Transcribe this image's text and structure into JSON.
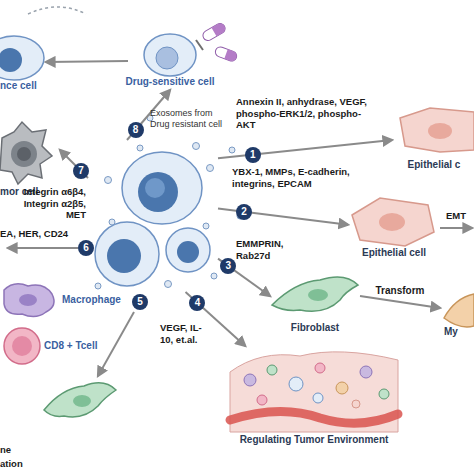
{
  "diagram": {
    "nodes": [
      {
        "text": [
          "Exosomes from Drug resistant cell"
        ]
      },
      {
        "text": [
          "Drug-sensitive cell"
        ]
      },
      {
        "text": [
          "nce cell"
        ]
      },
      {
        "text": [
          "Epithelial c"
        ]
      },
      {
        "text": [
          "Epithelial cell"
        ]
      },
      {
        "text": [
          "Fibroblast"
        ]
      },
      {
        "text": [
          "My"
        ]
      },
      {
        "text": [
          "Regulating Tumor Environment"
        ]
      },
      {
        "text": [
          "mor cell"
        ]
      },
      {
        "text": [
          "Macrophage"
        ]
      },
      {
        "text": [
          "CD8 + Tcell"
        ]
      }
    ],
    "edges": [
      {
        "from": 0,
        "to": 1,
        "label": "8",
        "arrow": "to"
      },
      {
        "from": 1,
        "to": 2,
        "arrow": "to"
      },
      {
        "from": 0,
        "to": 3,
        "label": "1",
        "arrow": "to"
      },
      {
        "from": 0,
        "to": 4,
        "label": "2",
        "arrow": "to"
      },
      {
        "from": 0,
        "to": 5,
        "label": "3",
        "arrow": "to"
      },
      {
        "from": 5,
        "to": 6,
        "label": "Transform",
        "arrow": "to"
      },
      {
        "from": 0,
        "to": 7,
        "label": "4",
        "arrow": "to"
      },
      {
        "from": 0,
        "to": 8,
        "label": "7",
        "arrow": "to"
      }
    ],
    "labels": [
      "Annexin II, anhydrase, VEGF, phospho-ERK1/2, phospho-AKT",
      "YBX-1, MMPs, E-cadherin, integrins, EPCAM",
      "EMMPRIN, Rab27d",
      "VEGF, IL-10, et.al.",
      "EA, HER, CD24",
      "Integrin α6β4, Integrin α2β5, MET",
      "EMT",
      "5",
      "6",
      "ne",
      "ation"
    ]
  }
}
